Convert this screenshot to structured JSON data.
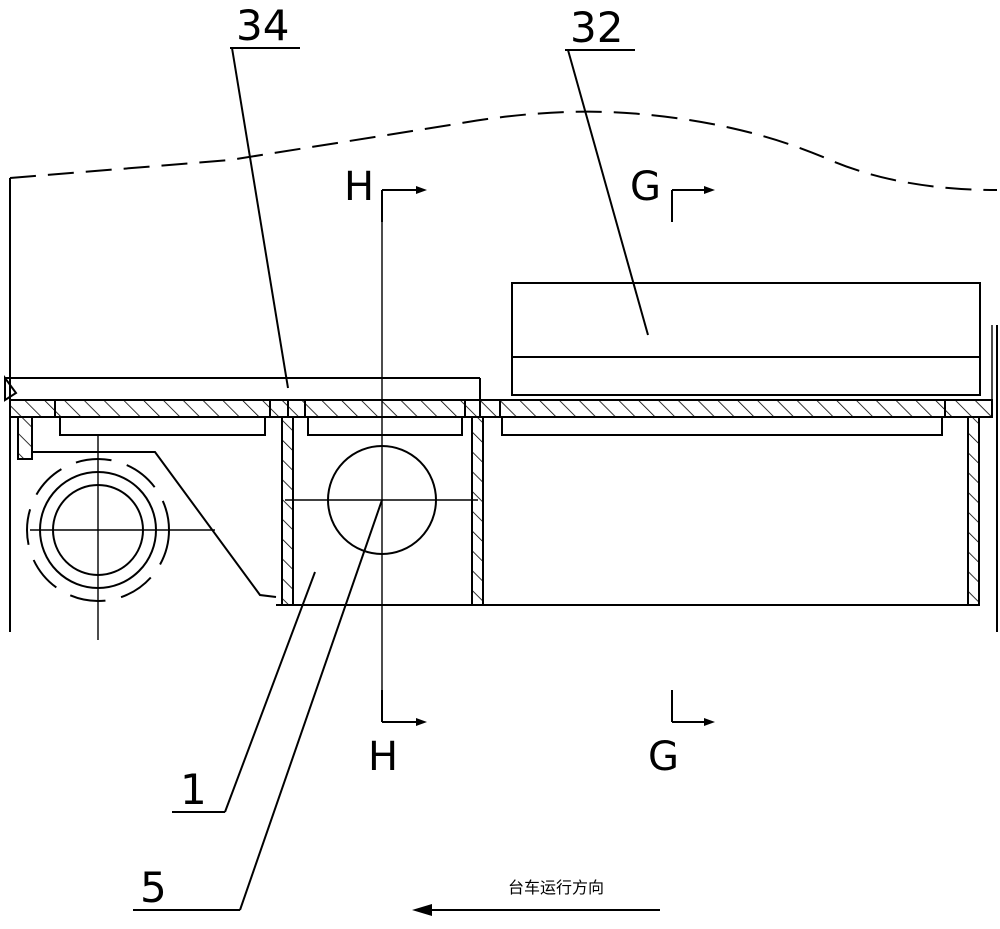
{
  "labels": {
    "part_34": "34",
    "part_32": "32",
    "part_1": "1",
    "part_5": "5"
  },
  "sections": {
    "h_top": "H",
    "h_bottom": "H",
    "g_top": "G",
    "g_bottom": "G"
  },
  "direction": {
    "text": "台车运行方向"
  }
}
